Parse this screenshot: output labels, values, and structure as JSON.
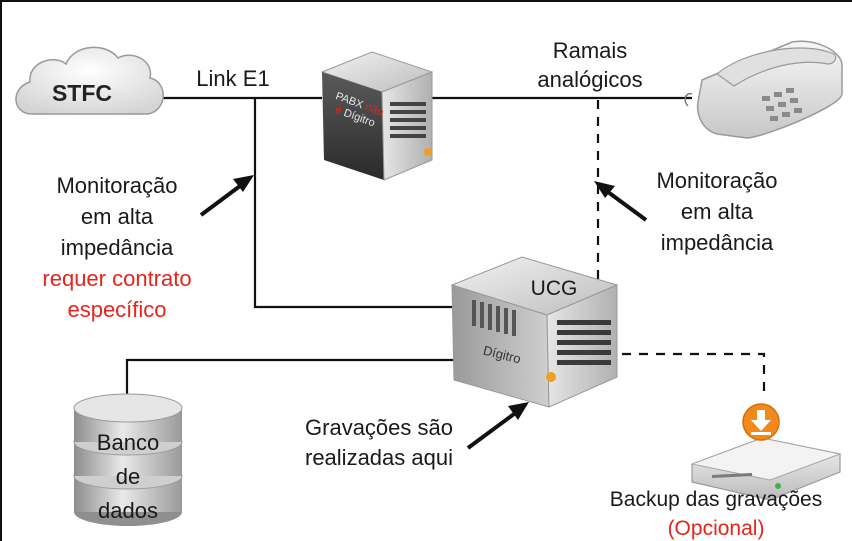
{
  "nodes": {
    "stfc": "STFC",
    "pabx_line1": "PABX",
    "pabx_line2": "não",
    "pabx_line3": "é",
    "pabx_line4": "Dígitro",
    "ucg_title": "UCG",
    "ucg_brand": "Dígitro",
    "database_line1": "Banco",
    "database_line2": "de",
    "database_line3": "dados"
  },
  "labels": {
    "link_e1": "Link E1",
    "ramais_line1": "Ramais",
    "ramais_line2": "analógicos",
    "monitor_left_line1": "Monitoração",
    "monitor_left_line2": "em alta",
    "monitor_left_line3": "impedância",
    "monitor_left_line4": "requer contrato",
    "monitor_left_line5": "específico",
    "monitor_right_line1": "Monitoração",
    "monitor_right_line2": "em alta",
    "monitor_right_line3": "impedância",
    "recordings_line1": "Gravações são",
    "recordings_line2": "realizadas aqui",
    "backup_line1": "Backup das gravações",
    "backup_line2": "(Opcional)"
  },
  "colors": {
    "highlight_red": "#e8231b",
    "backup_badge_orange": "#f08a1c",
    "line": "#111111"
  },
  "icons": {
    "cloud": "cloud-icon",
    "pabx": "server-box-icon",
    "phone": "telephone-icon",
    "ucg": "server-box-icon",
    "database": "database-icon",
    "backup": "hard-drive-download-icon"
  }
}
